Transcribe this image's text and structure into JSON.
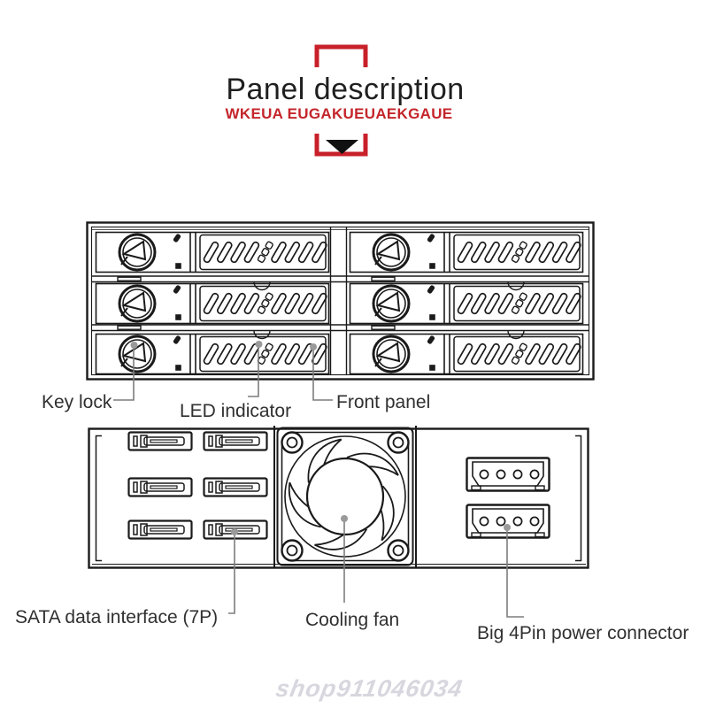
{
  "header": {
    "title": "Panel description",
    "subtitle": "WKEUA EUGAKUEUAEKGAUE",
    "accent_color": "#c8202a"
  },
  "front_panel_labels": {
    "key_lock": "Key lock",
    "led_indicator": "LED indicator",
    "front_panel": "Front panel"
  },
  "rear_panel_labels": {
    "sata_interface": "SATA data interface (7P)",
    "cooling_fan": "Cooling fan",
    "power_connector": "Big 4Pin power connector"
  },
  "watermark": {
    "text": "shop911046034"
  },
  "colors": {
    "ink": "#1a1a1a",
    "leader_line": "#7d7d7d",
    "leader_dot": "#9a9a9a",
    "accent_red": "#c8202a",
    "watermark_gray": "#d8d6de"
  }
}
